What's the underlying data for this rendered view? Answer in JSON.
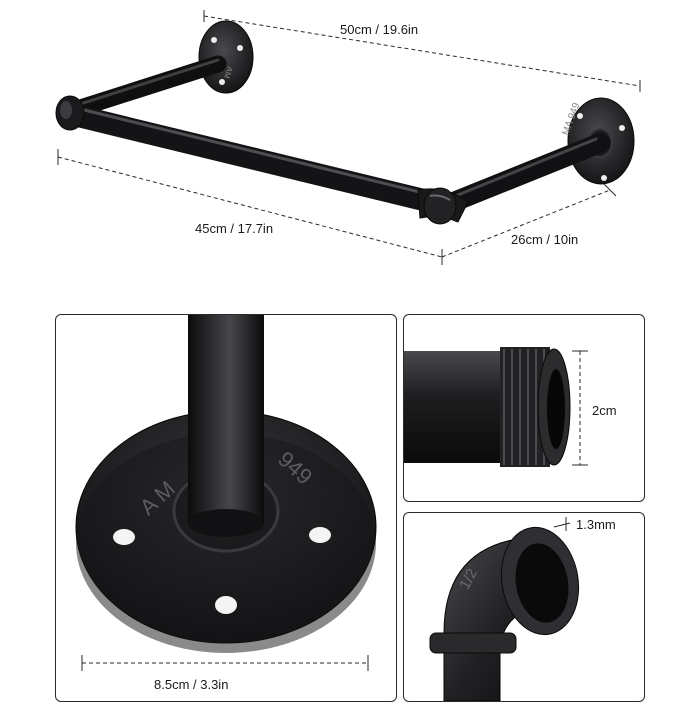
{
  "dimensions": {
    "top_length": "50cm / 19.6in",
    "front_length": "45cm / 17.7in",
    "depth": "26cm / 10in",
    "flange_width": "8.5cm / 3.3in",
    "pipe_diameter": "2cm",
    "wall_thickness": "1.3mm"
  },
  "markings": {
    "flange_text": "AM 949",
    "elbow_text": "1/2",
    "small_flange_text": "MA 949"
  },
  "colors": {
    "pipe": "#1c1c1e",
    "highlight": "#5a5a5e",
    "dim_line": "#2a2a2a"
  }
}
